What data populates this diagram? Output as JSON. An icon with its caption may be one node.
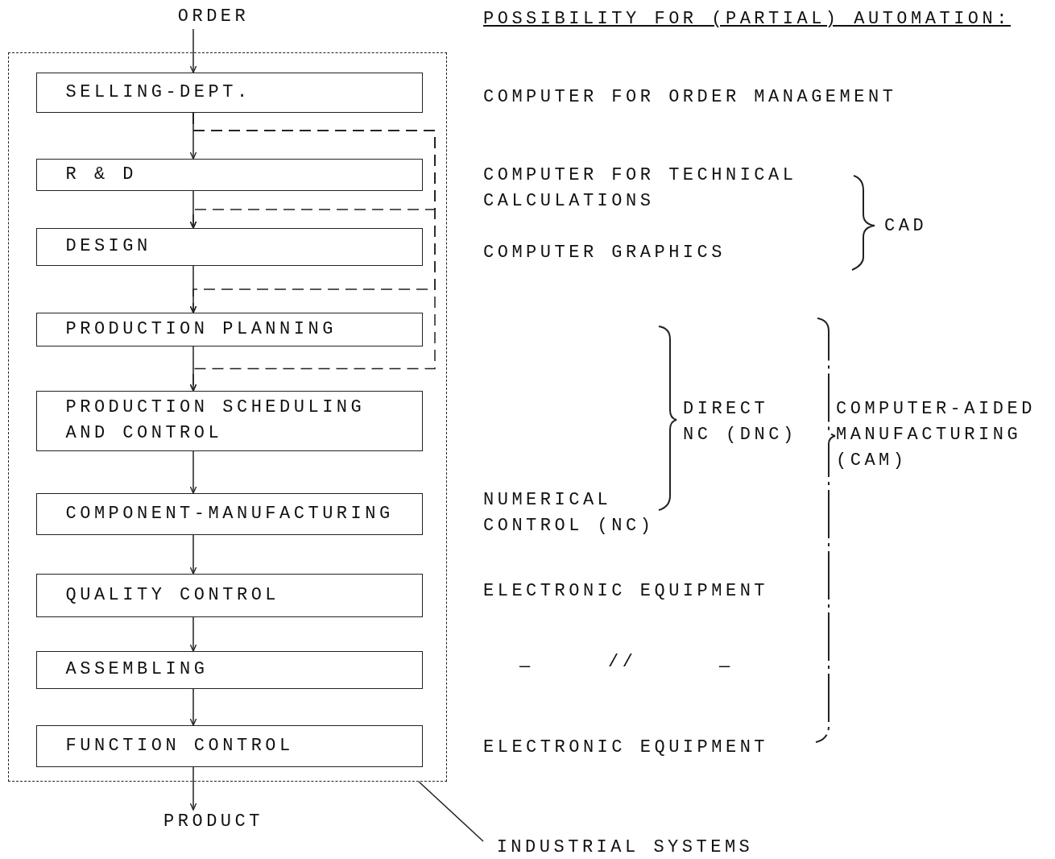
{
  "diagram": {
    "nodes": [
      {
        "text": [
          "ORDER"
        ]
      },
      {
        "text": [],
        "shape": "box"
      },
      {
        "text": [
          "SELLING-DEPT."
        ],
        "in": 1
      },
      {
        "text": [
          "R & D"
        ],
        "in": 1
      },
      {
        "text": [
          "DESIGN"
        ],
        "in": 1
      },
      {
        "text": [
          "PRODUCTION PLANNING"
        ],
        "in": 1
      },
      {
        "text": [
          "PRODUCTION SCHEDULING AND CONTROL"
        ],
        "in": 1
      },
      {
        "text": [
          "COMPONENT-MANUFACTURING"
        ],
        "in": 1
      },
      {
        "text": [
          "QUALITY CONTROL"
        ],
        "in": 1
      },
      {
        "text": [
          "ASSEMBLING"
        ],
        "in": 1
      },
      {
        "text": [
          "FUNCTION CONTROL"
        ],
        "in": 1
      },
      {
        "text": [
          "PRODUCT"
        ]
      },
      {
        "text": [
          "INDUSTRIAL SYSTEMS"
        ]
      }
    ],
    "edges": [
      {
        "from": 0,
        "to": 2,
        "arrow": "to"
      },
      {
        "from": 2,
        "to": 3,
        "arrow": "to"
      },
      {
        "from": 3,
        "to": 4,
        "arrow": "to"
      },
      {
        "from": 4,
        "to": 5,
        "arrow": "to"
      },
      {
        "from": 5,
        "to": 6,
        "arrow": "to"
      },
      {
        "from": 6,
        "to": 7,
        "arrow": "to"
      },
      {
        "from": 7,
        "to": 8,
        "arrow": "to"
      },
      {
        "from": 8,
        "to": 9,
        "arrow": "to"
      },
      {
        "from": 9,
        "to": 10,
        "arrow": "to"
      },
      {
        "from": 10,
        "to": 11,
        "arrow": "to"
      },
      {
        "from": 2,
        "to": 4,
        "arrow": "to",
        "style": "dashed"
      },
      {
        "from": 2,
        "to": 5,
        "arrow": "to",
        "style": "dashed"
      },
      {
        "from": 2,
        "to": 6,
        "arrow": "to",
        "style": "dashed"
      },
      {
        "from": 12,
        "to": 1,
        "arrow": "none"
      }
    ],
    "labels": [
      "POSSIBILITY FOR (PARTIAL) AUTOMATION:",
      "COMPUTER FOR ORDER MANAGEMENT",
      "COMPUTER FOR TECHNICAL CALCULATIONS",
      "CAD",
      "COMPUTER GRAPHICS",
      "DIRECT NC (DNC)",
      "COMPUTER-AIDED MANUFACTURING (CAM)",
      "NUMERICAL CONTROL (NC)",
      "ELECTRONIC EQUIPMENT",
      "—",
      "//",
      "—",
      "ELECTRONIC EQUIPMENT"
    ]
  }
}
